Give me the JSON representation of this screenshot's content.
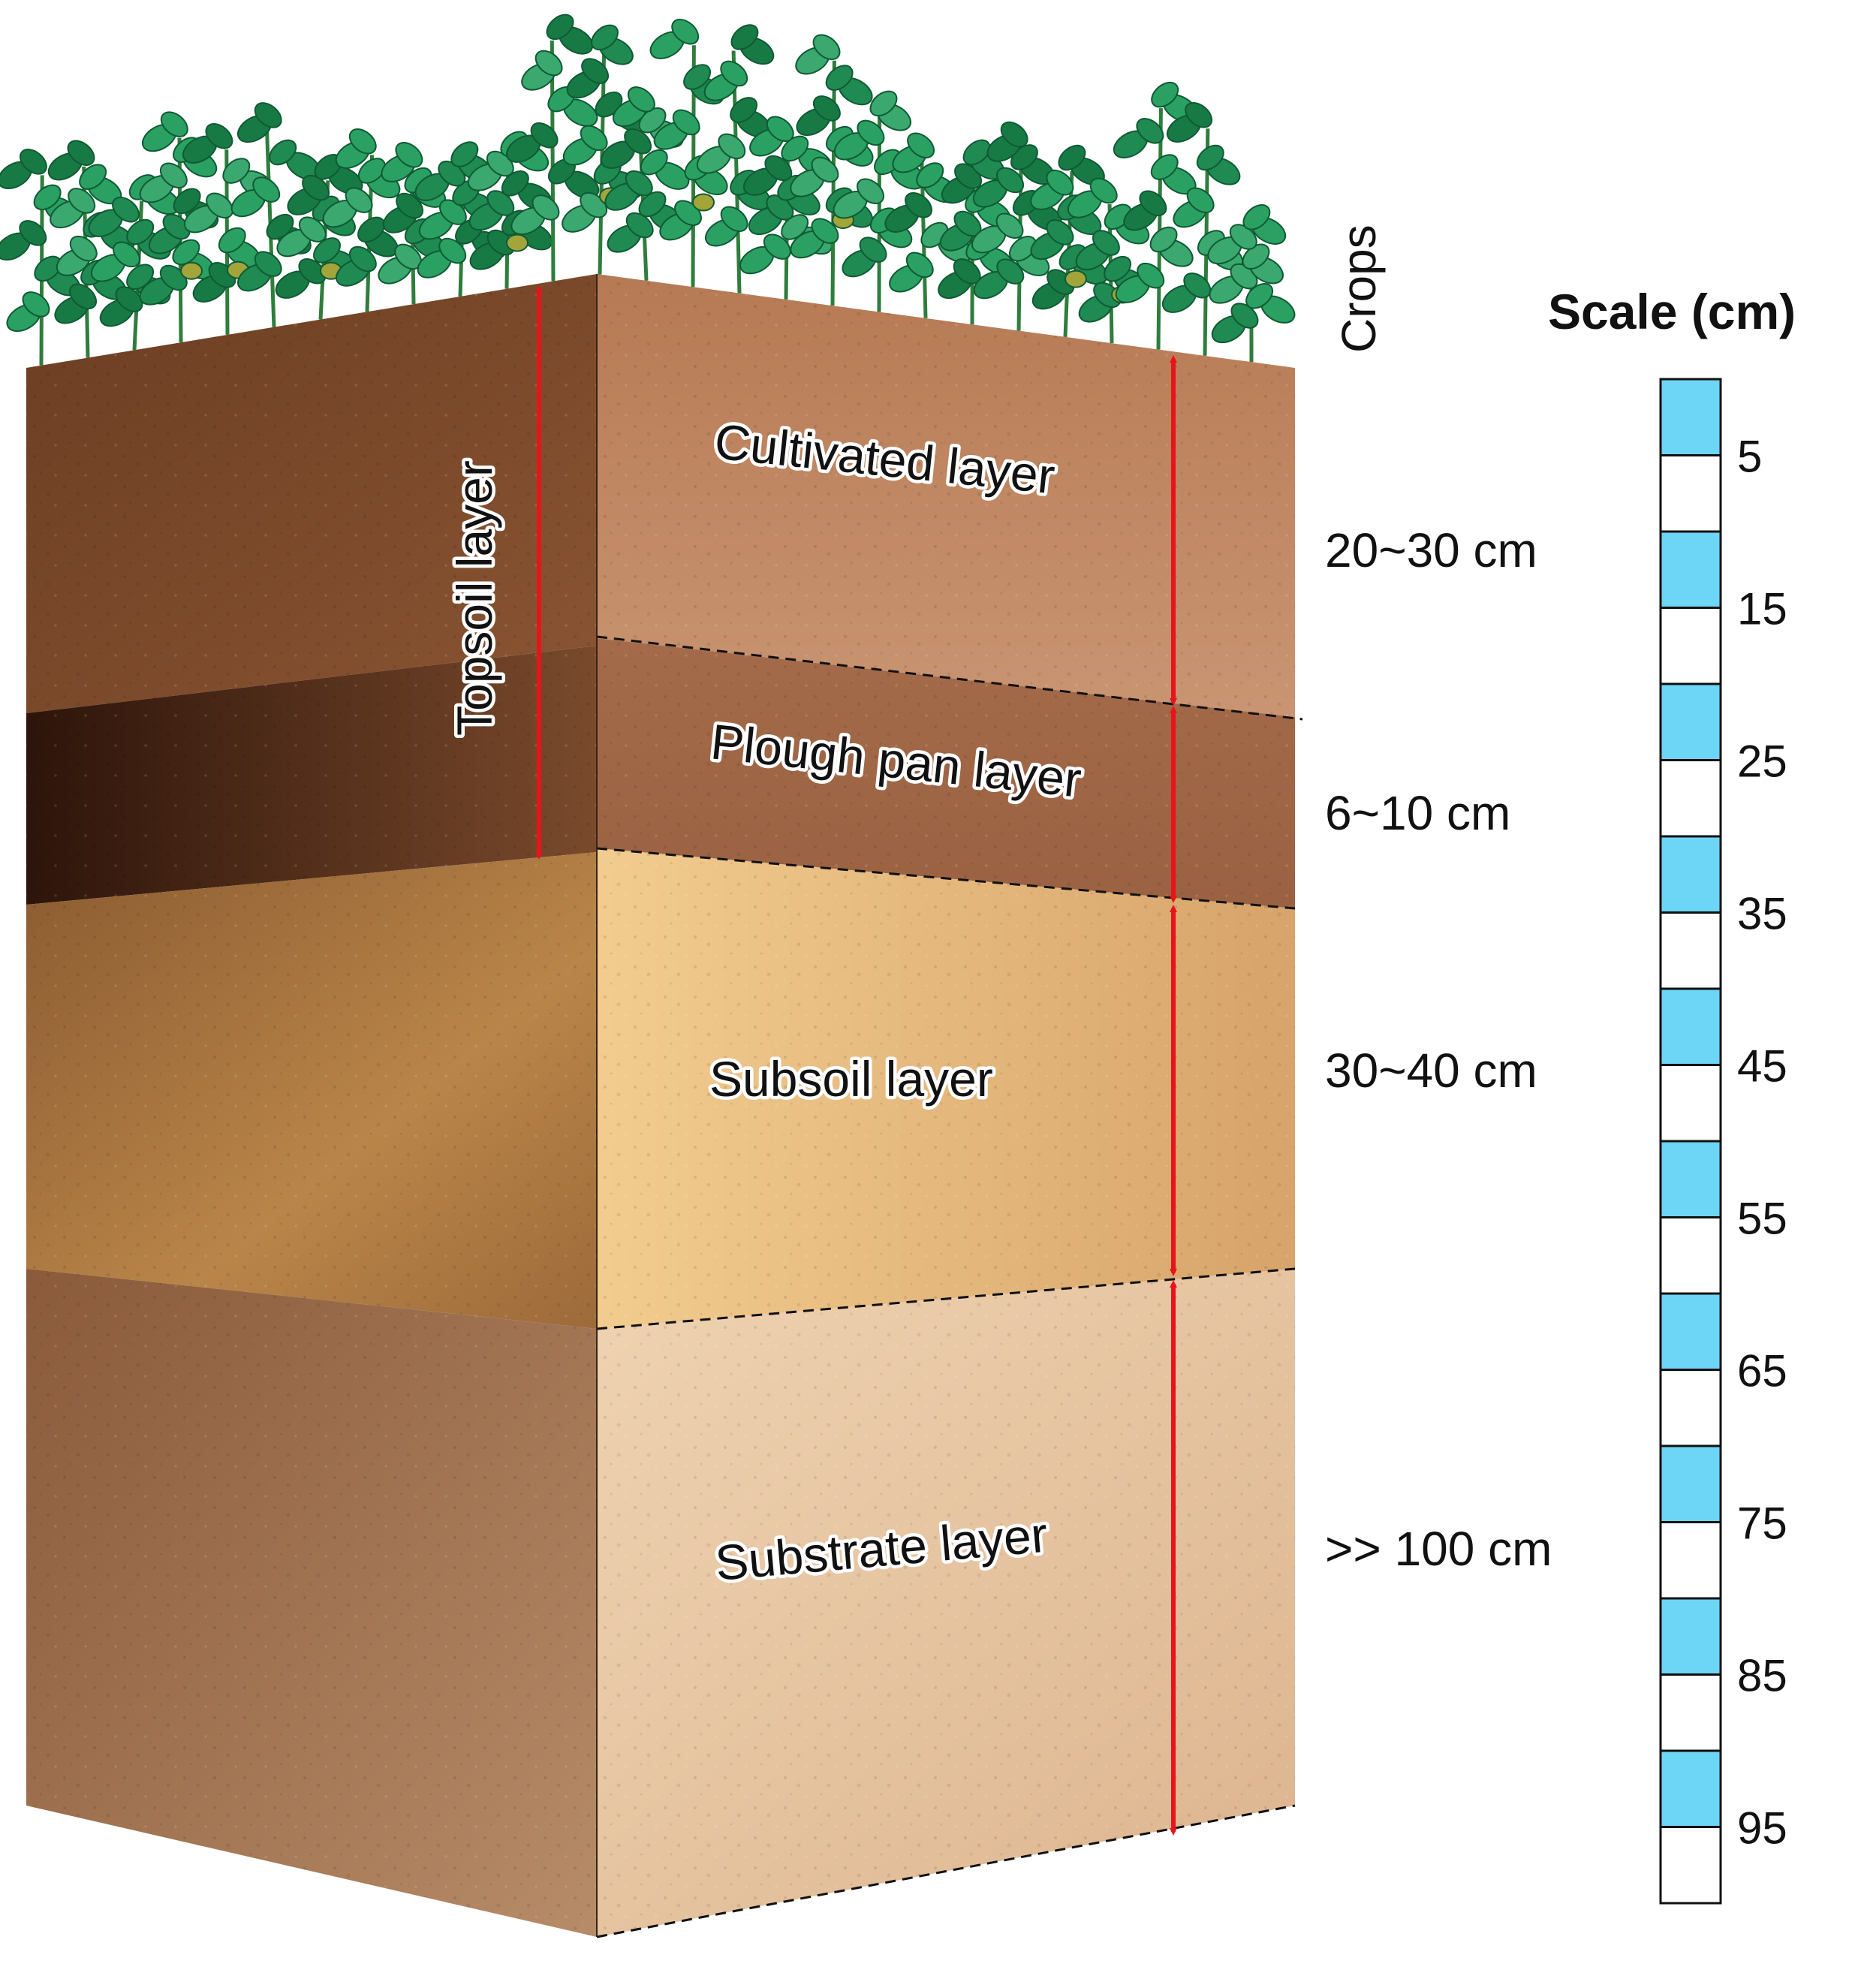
{
  "crops_label": "Crops",
  "layers": [
    {
      "name": "Cultivated layer",
      "depth": "20~30 cm",
      "color": "#c08a62"
    },
    {
      "name": "Plough pan layer",
      "depth": "6~10 cm",
      "color": "#a8704e"
    },
    {
      "name": "Subsoil layer",
      "depth": "30~40 cm",
      "color": "#e3b67c"
    },
    {
      "name": "Substrate layer",
      "depth": ">> 100 cm",
      "color": "#e8c9a4"
    }
  ],
  "topsoil_label": "Topsoil layer",
  "scale": {
    "title": "Scale (cm)",
    "labels": [
      "5",
      "15",
      "25",
      "35",
      "45",
      "55",
      "65",
      "75",
      "85",
      "95"
    ],
    "fill_color": "#6dd5f5"
  },
  "arrow_color": "#e8141b"
}
